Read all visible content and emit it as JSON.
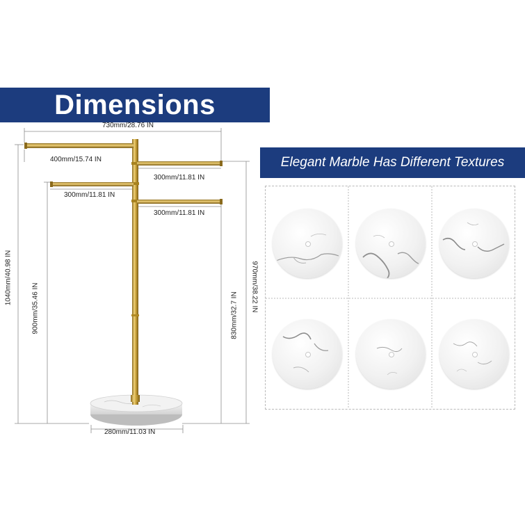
{
  "banner": {
    "title": "Dimensions"
  },
  "dimensions": {
    "overall_width": "730mm/28.76 IN",
    "top_arm": "400mm/15.74 IN",
    "right_arm_upper": "300mm/11.81 IN",
    "left_arm": "300mm/11.81 IN",
    "right_arm_lower": "300mm/11.81 IN",
    "total_height": "1040mm/40.98 IN",
    "left_arm_height": "900mm/35.46 IN",
    "right_upper_height": "970mm/38.22 IN",
    "right_lower_height": "830mm/32.7 IN",
    "base_diameter": "280mm/11.03 IN"
  },
  "textures": {
    "title": "Elegant Marble Has Different Textures",
    "count": 6
  },
  "colors": {
    "banner_blue": "#1c3c7e",
    "gold": "#c9a23a",
    "marble": "#efefef"
  }
}
